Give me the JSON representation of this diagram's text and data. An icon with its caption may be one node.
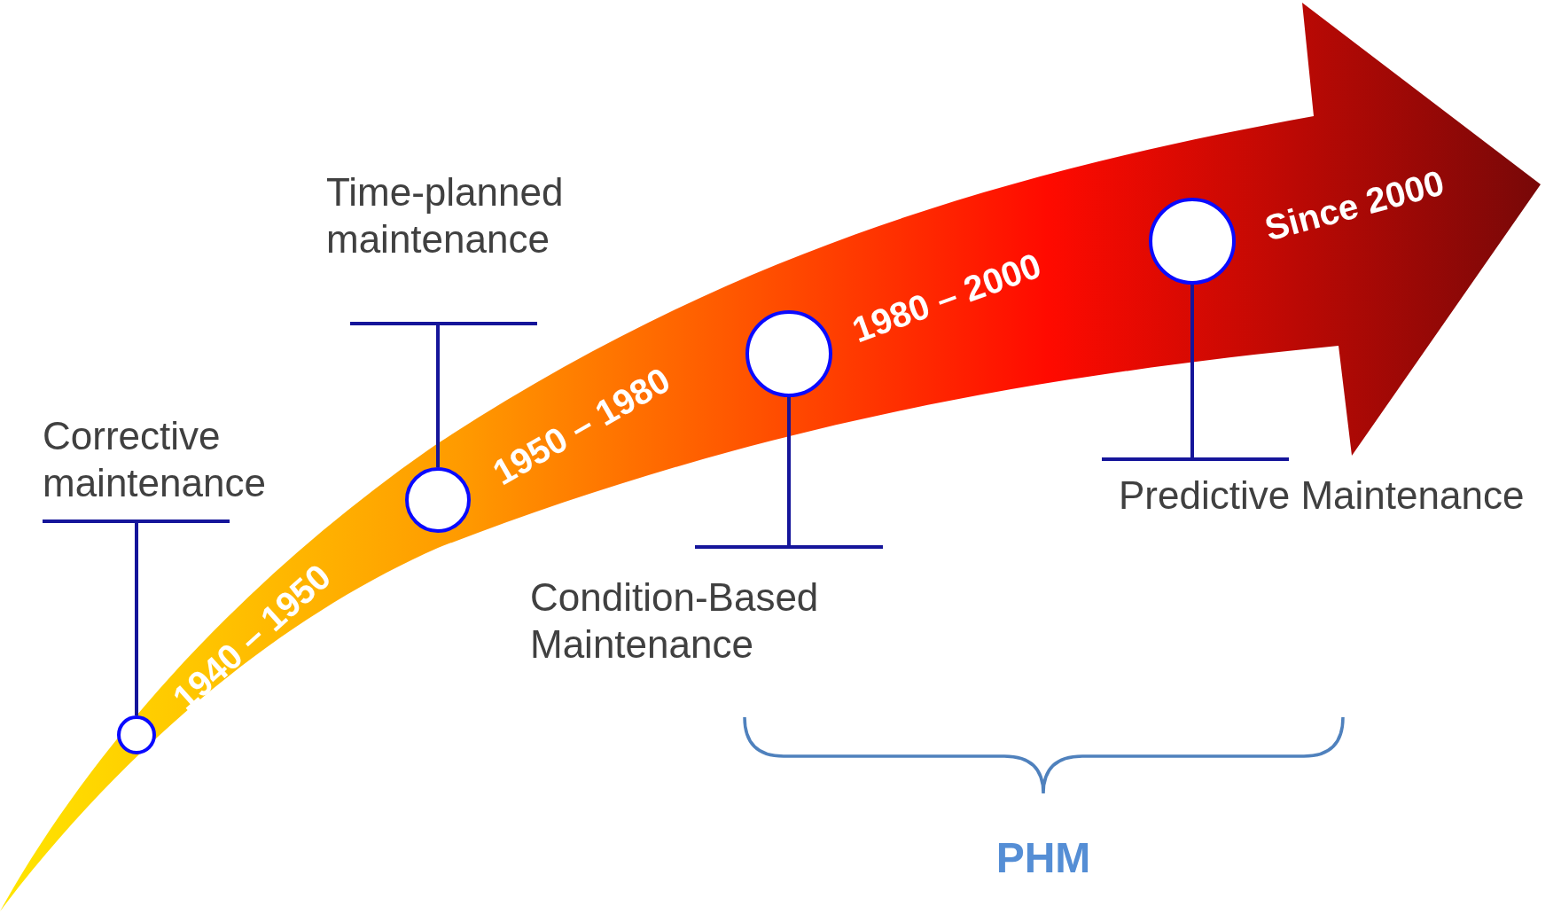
{
  "diagram": {
    "nodes": [
      {
        "text": [
          "Corrective maintenance"
        ]
      },
      {
        "text": [],
        "shape": "circle",
        "beside": [
          "1940 – 1950"
        ]
      },
      {
        "text": [
          "Time-planned maintenance"
        ]
      },
      {
        "text": [],
        "shape": "circle",
        "beside": [
          "1950 – 1980"
        ]
      },
      {
        "text": [
          "Condition-Based Maintenance"
        ]
      },
      {
        "text": [],
        "shape": "circle",
        "beside": [
          "1980 – 2000"
        ]
      },
      {
        "text": [
          "Predictive Maintenance"
        ]
      },
      {
        "text": [],
        "shape": "circle",
        "beside": [
          "Since 2000"
        ]
      }
    ],
    "edges": [
      {
        "from": 0,
        "to": 1,
        "arrow": "none"
      },
      {
        "from": 2,
        "to": 3,
        "arrow": "none"
      },
      {
        "from": 4,
        "to": 5,
        "arrow": "none"
      },
      {
        "from": 6,
        "to": 7,
        "arrow": "none"
      }
    ],
    "labels": [
      "PHM"
    ]
  }
}
